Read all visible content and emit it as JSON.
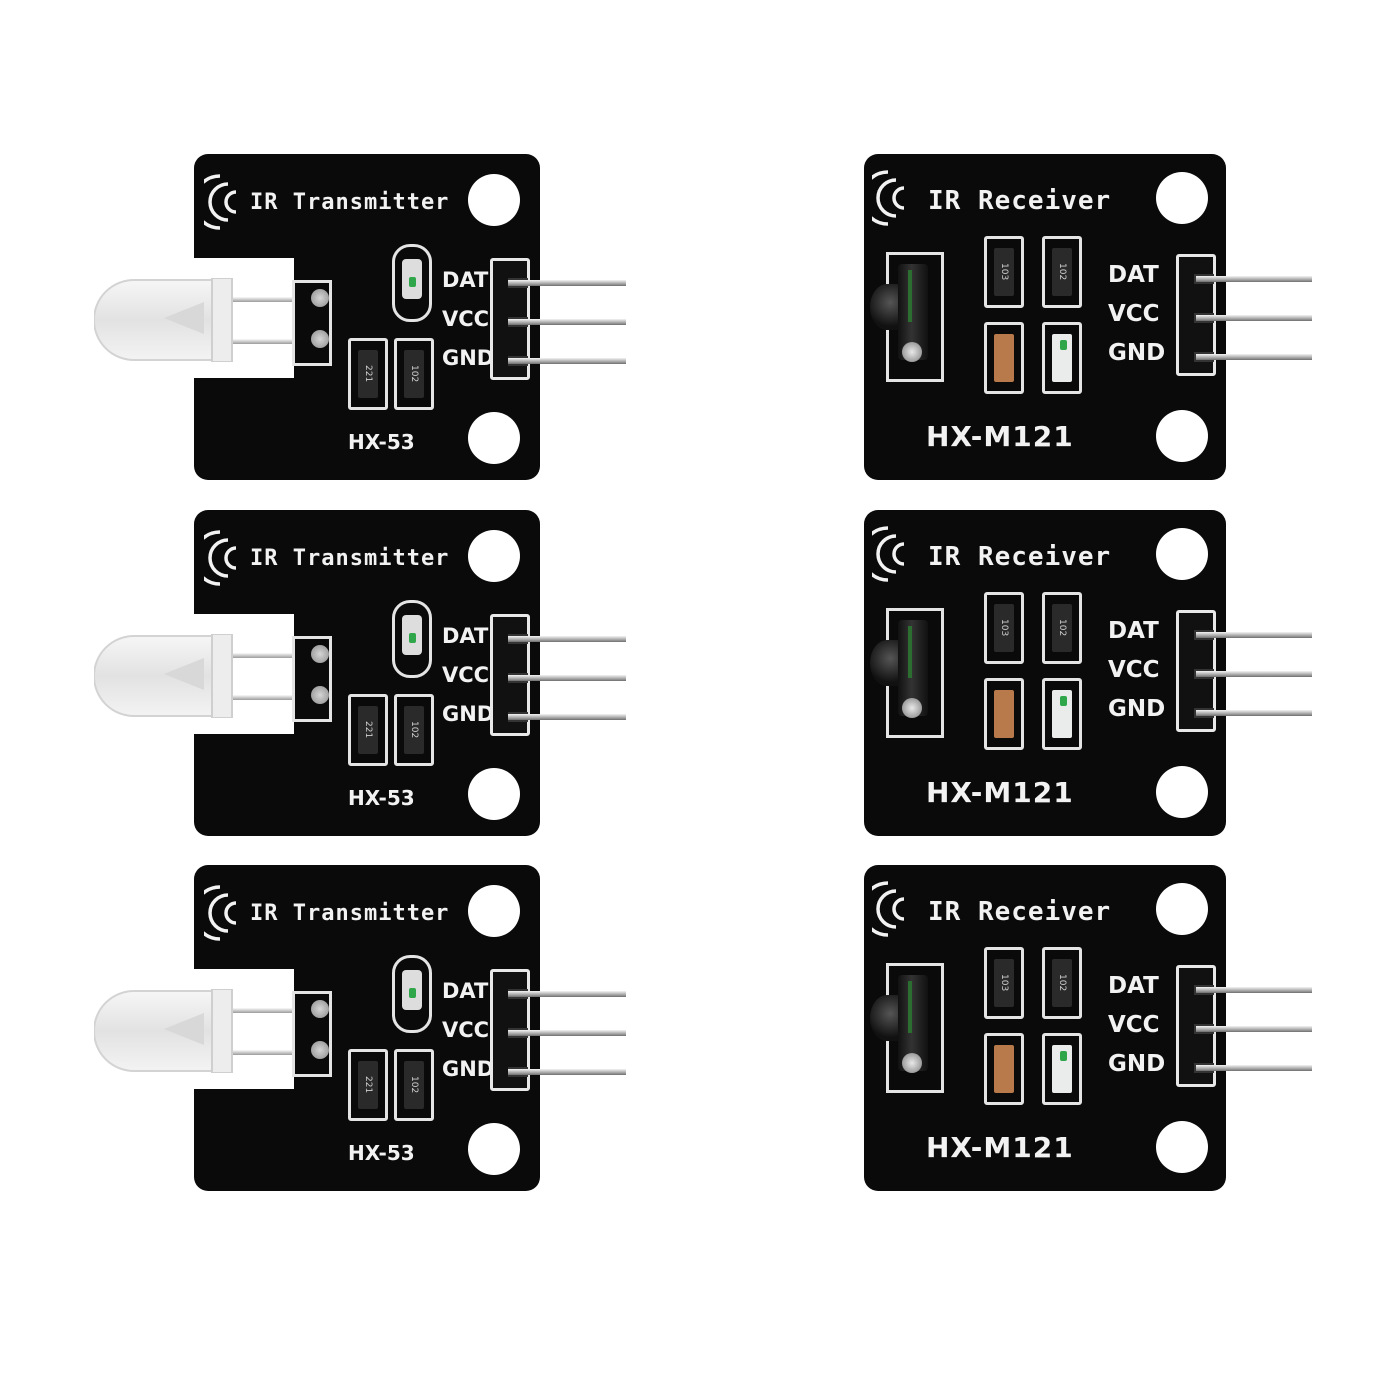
{
  "modules": [
    {
      "title": "IR Transmitter",
      "model": "HX-53",
      "pins": [
        "DAT",
        "VCC",
        "GND"
      ],
      "res": [
        "221",
        "102"
      ]
    },
    {
      "title": "IR Receiver",
      "model": "HX-M121",
      "pins": [
        "DAT",
        "VCC",
        "GND"
      ],
      "res": [
        "103",
        "102"
      ]
    }
  ],
  "colors": {
    "pcb": "#0a0a0a",
    "silkscreen": "#f2f2f2",
    "background": "#ffffff",
    "led_indicator": "#2fa64a"
  }
}
